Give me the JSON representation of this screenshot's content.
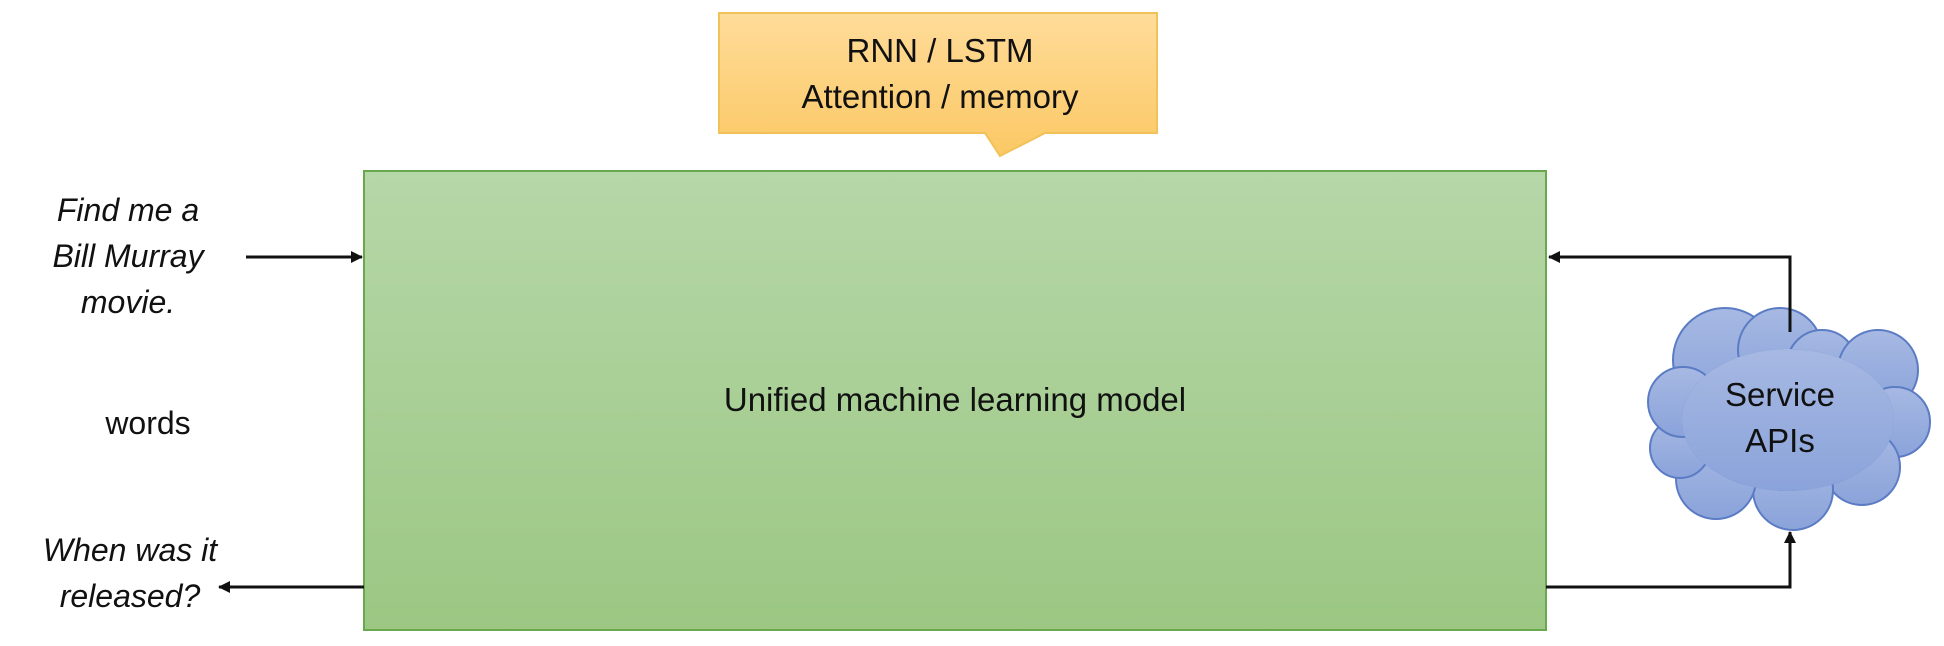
{
  "callout": {
    "line1": "RNN / LSTM",
    "line2": "Attention / memory"
  },
  "model": {
    "label": "Unified machine learning model"
  },
  "input_query": {
    "line1": "Find me a",
    "line2": "Bill Murray",
    "line3": "movie."
  },
  "words_label": "words",
  "output_query": {
    "line1": "When was it",
    "line2": "released?"
  },
  "cloud": {
    "line1": "Service",
    "line2": "APIs"
  },
  "colors": {
    "model_fill_top": "#b6d7a8",
    "model_fill_bottom": "#9bc783",
    "model_border": "#6aa84f",
    "callout_fill_top": "#ffdc9a",
    "callout_fill_bottom": "#fbc864",
    "callout_border": "#f1c15a",
    "cloud_fill_top": "#a7b9e3",
    "cloud_fill_bottom": "#8aa3da",
    "cloud_border": "#5b7cc4",
    "arrow": "#111111"
  }
}
